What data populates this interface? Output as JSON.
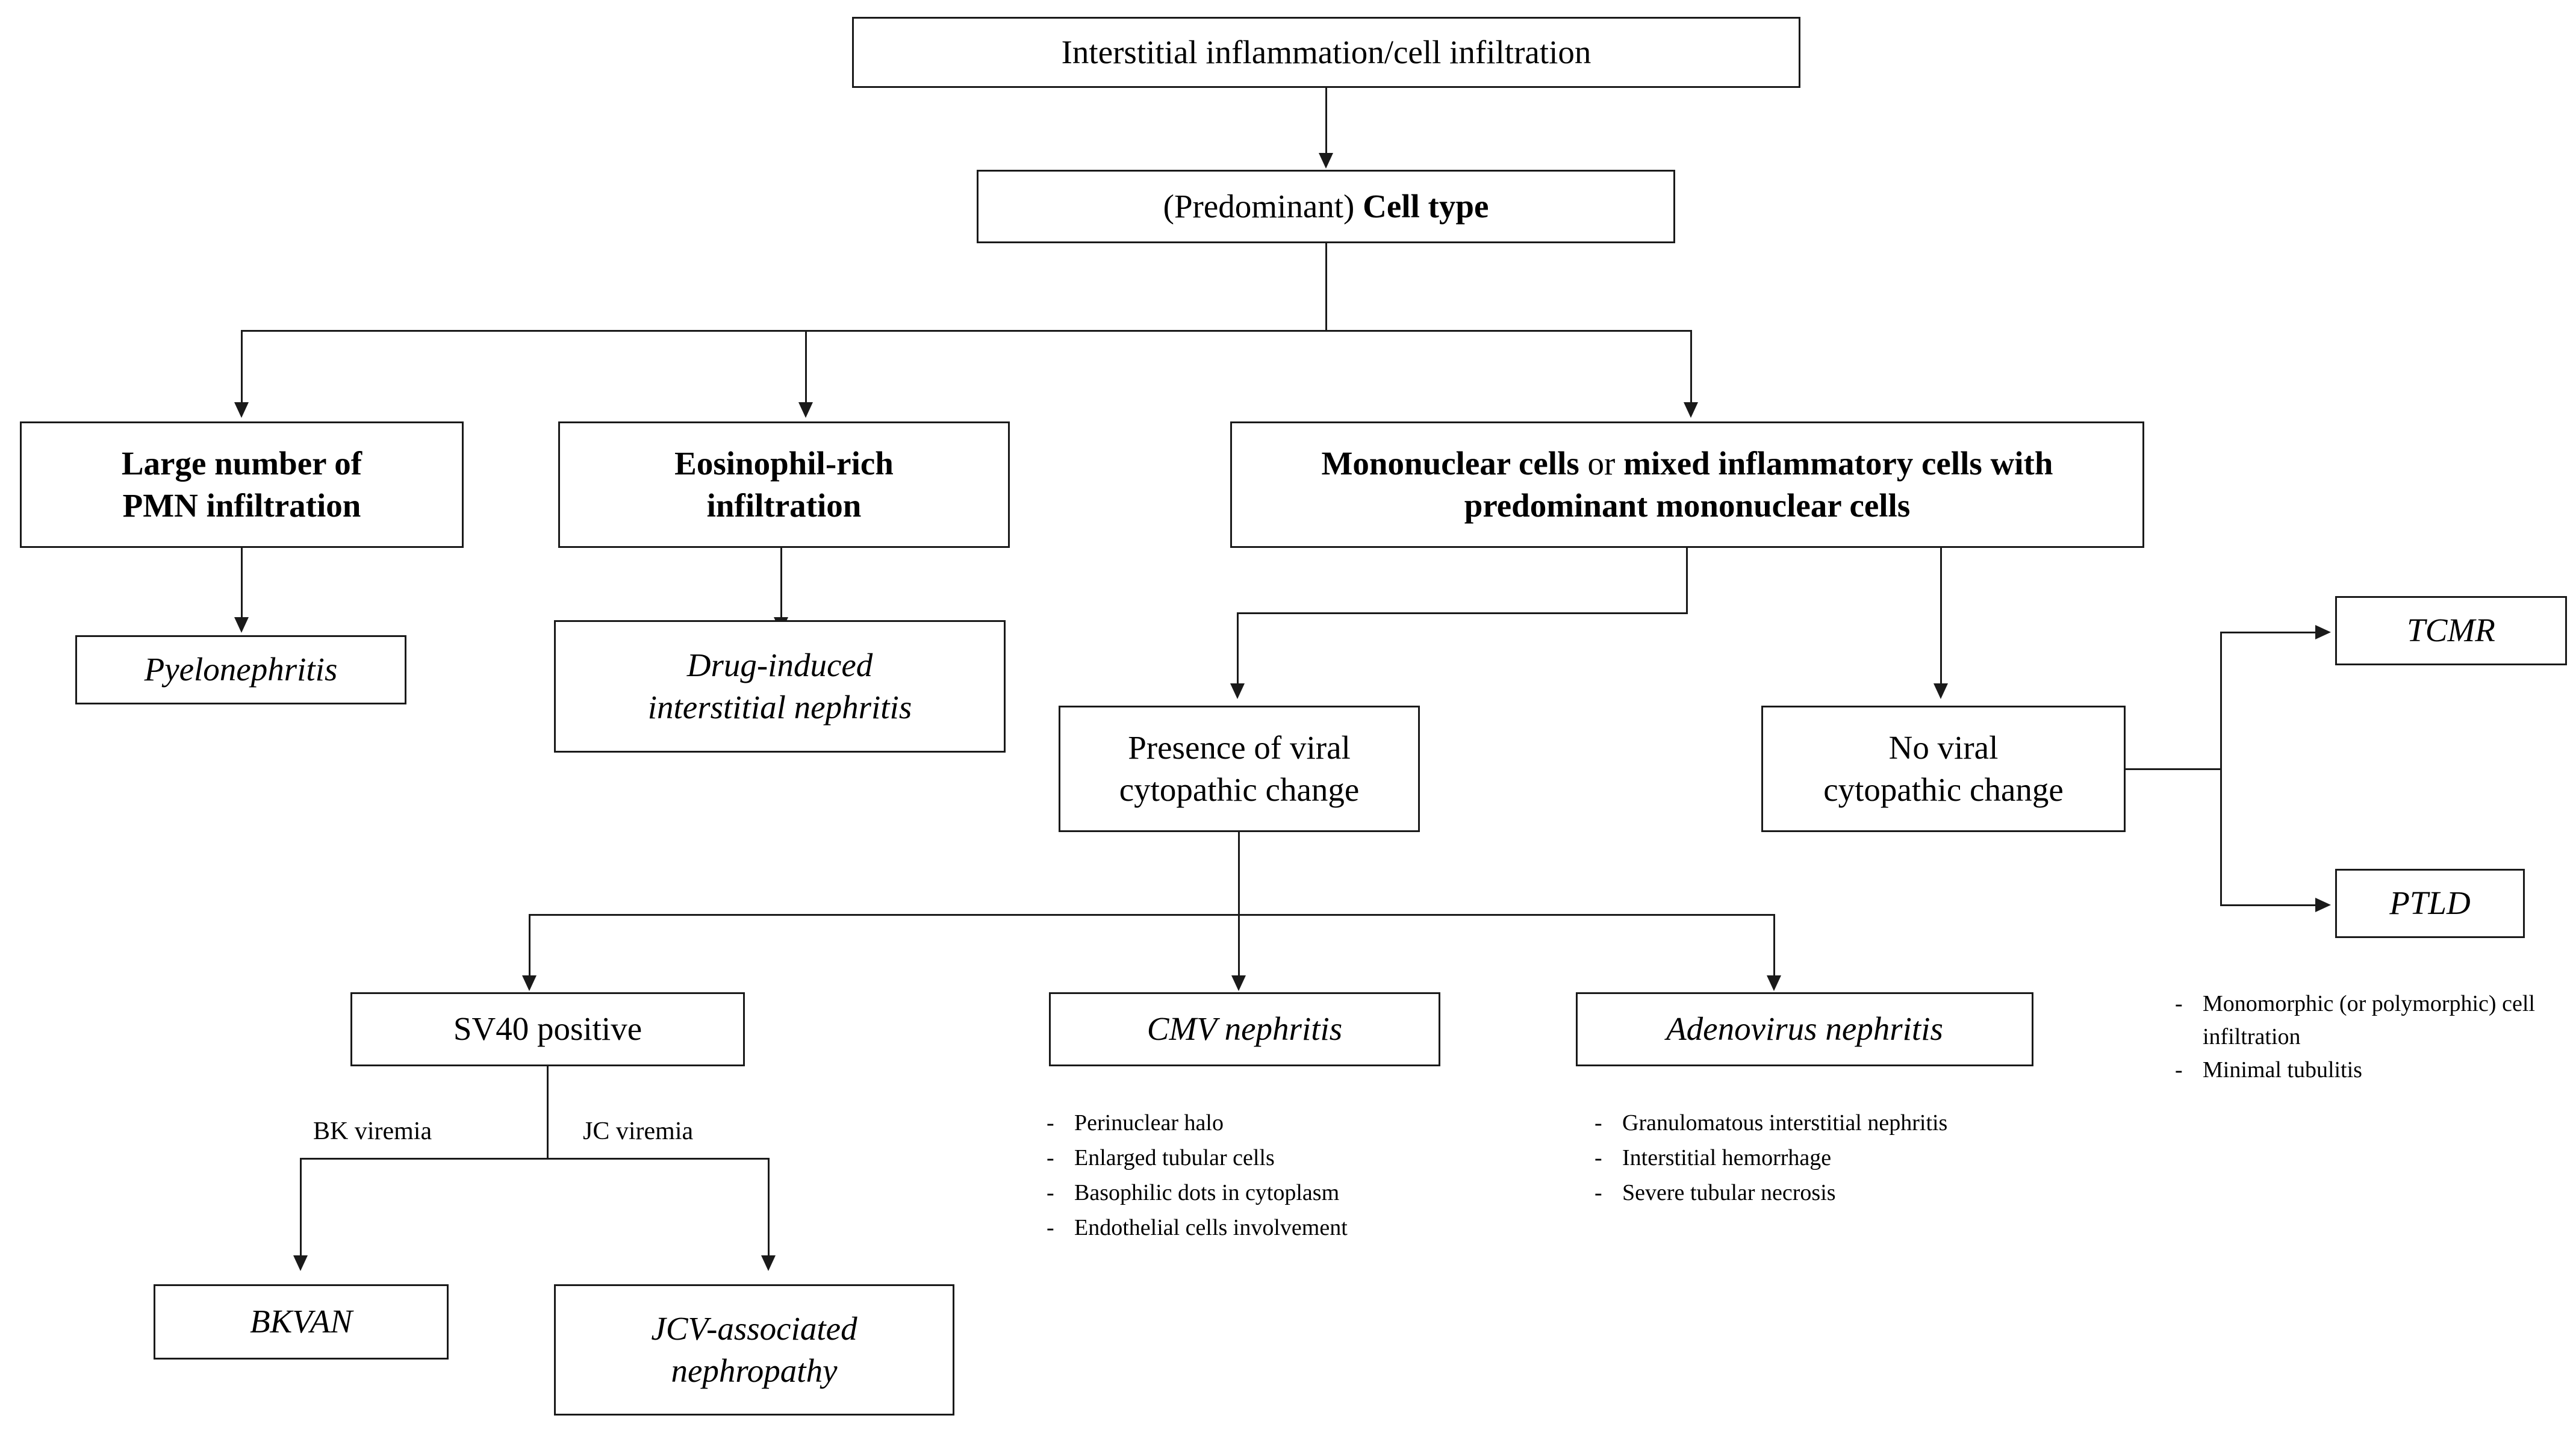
{
  "diagram": {
    "title": "Interstitial inflammation / cell infiltration differential diagnosis flowchart",
    "nodes": {
      "root": {
        "label": "Interstitial inflammation/cell infiltration"
      },
      "cell_type": {
        "label_regular": "(Predominant) ",
        "label_bold": "Cell type"
      },
      "pmn": {
        "line1": "Large number of",
        "line2": "PMN infiltration"
      },
      "eosinophil": {
        "line1": "Eosinophil-rich",
        "line2": "infiltration"
      },
      "mononuclear": {
        "part1": "Mononuclear cells",
        "part2": " or ",
        "part3": "mixed inflammatory cells with predominant mononuclear cells"
      },
      "pyelonephritis": {
        "label": "Pyelonephritis"
      },
      "drug_induced": {
        "line1": "Drug-induced",
        "line2": "interstitial nephritis"
      },
      "viral_present": {
        "line1": "Presence of viral",
        "line2": "cytopathic change"
      },
      "no_viral": {
        "line1": "No viral",
        "line2": "cytopathic change"
      },
      "tcmr": {
        "label": "TCMR"
      },
      "ptld": {
        "label": "PTLD"
      },
      "sv40": {
        "label": "SV40 positive"
      },
      "cmv": {
        "label": "CMV nephritis"
      },
      "adenovirus": {
        "label": "Adenovirus nephritis"
      },
      "bkvan": {
        "label": "BKVAN"
      },
      "jcv": {
        "line1": "JCV-associated",
        "line2": "nephropathy"
      }
    },
    "edge_labels": {
      "bk_viremia": "BK viremia",
      "jc_viremia": "JC viremia"
    },
    "bullet_lists": {
      "tcmr_ptld": {
        "items": [
          "Monomorphic (or polymorphic) cell infiltration",
          "Minimal tubulitis"
        ]
      },
      "cmv": {
        "items": [
          "Perinuclear halo",
          "Enlarged tubular cells",
          "Basophilic dots in cytoplasm",
          "Endothelial cells involvement"
        ]
      },
      "adenovirus": {
        "items": [
          "Granulomatous interstitial nephritis",
          "Interstitial hemorrhage",
          "Severe tubular necrosis"
        ]
      }
    },
    "bullet_marker": "-",
    "colors": {
      "stroke": "#1a1a1a",
      "text": "#000000",
      "background": "#ffffff"
    }
  }
}
